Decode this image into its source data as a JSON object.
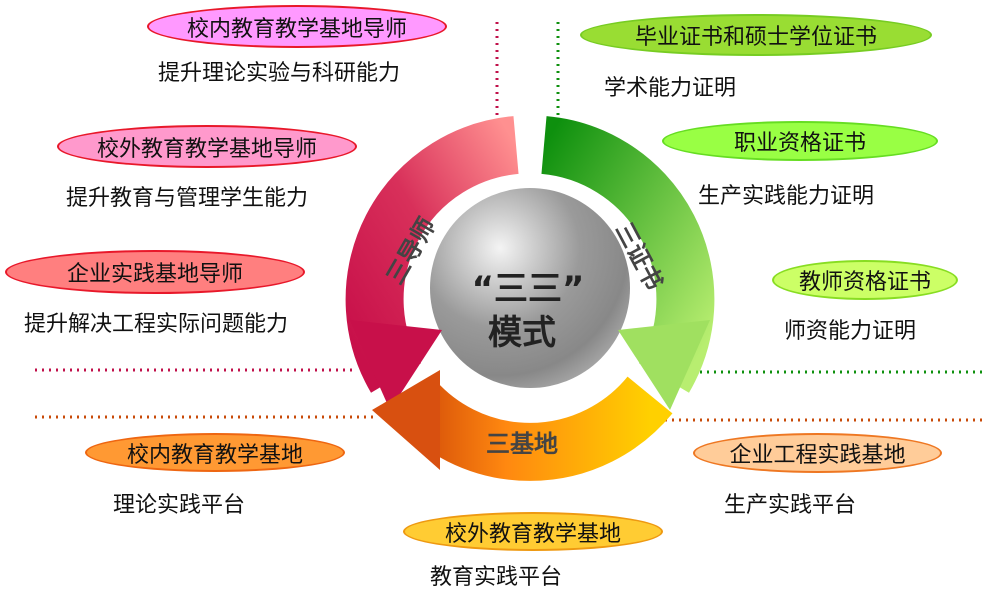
{
  "center": {
    "line1": "“三三”",
    "line2": "模式"
  },
  "arrows": {
    "mentors": "三导师",
    "certificates": "三证书",
    "bases": "三基地"
  },
  "mentors": [
    {
      "label": "校内教育教学基地导师",
      "desc": "提升理论实验与科研能力",
      "color": "#ff99ff"
    },
    {
      "label": "校外教育教学基地导师",
      "desc": "提升教育与管理学生能力",
      "color": "#ff99cc"
    },
    {
      "label": "企业实践基地导师",
      "desc": "提升解决工程实际问题能力",
      "color": "#ff7f7f"
    }
  ],
  "certificates": [
    {
      "label": "毕业证书和硕士学位证书",
      "desc": "学术能力证明",
      "color": "#99dd33"
    },
    {
      "label": "职业资格证书",
      "desc": "生产实践能力证明",
      "color": "#99ff44"
    },
    {
      "label": "教师资格证书",
      "desc": "师资能力证明",
      "color": "#ccff66"
    }
  ],
  "bases": [
    {
      "label": "校内教育教学基地",
      "desc": "理论实践平台",
      "color": "#ff9933"
    },
    {
      "label": "企业工程实践基地",
      "desc": "生产实践平台",
      "color": "#ffcc99"
    },
    {
      "label": "校外教育教学基地",
      "desc": "教育实践平台",
      "color": "#ffcc33"
    }
  ]
}
